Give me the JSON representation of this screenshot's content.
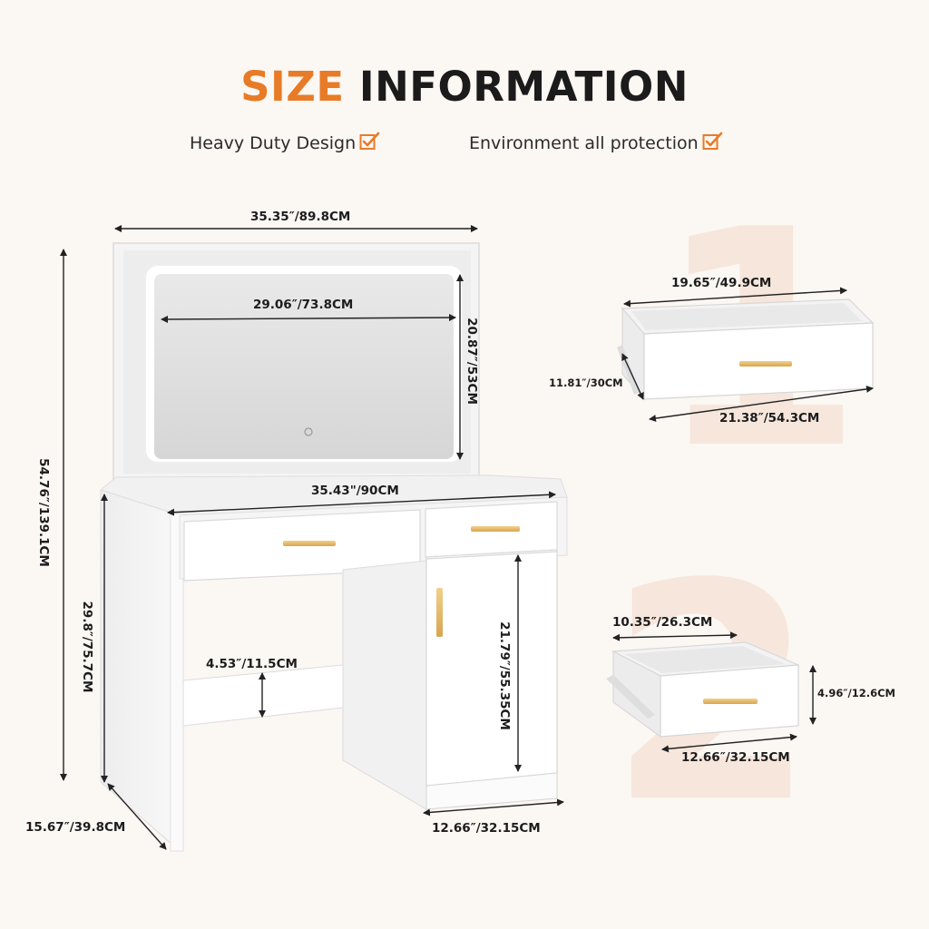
{
  "title": {
    "accent": "SIZE",
    "rest": " INFORMATION"
  },
  "features": [
    {
      "label": "Heavy Duty Design"
    },
    {
      "label": "Environment all protection"
    }
  ],
  "colors": {
    "accent": "#e87b27",
    "background": "#fbf7f3",
    "watermark": "#f6e6dc",
    "handle": "#e6b866"
  },
  "icons": {
    "feature_check": "checkbox-check-icon"
  },
  "watermarks": [
    "1",
    "2"
  ],
  "dimensions": {
    "mirror_frame_width": "35.35″/89.8CM",
    "mirror_width": "29.06″/73.8CM",
    "mirror_height": "20.87″/53CM",
    "total_height": "54.76″/139.1CM",
    "top_width": "35.43\"/90CM",
    "desk_height": "29.8″/75.7CM",
    "bar_height": "4.53″/11.5CM",
    "door_height": "21.79″/55.35CM",
    "depth": "15.67″/39.8CM",
    "cabinet_width": "12.66″/32.15CM",
    "drawer1_inner_width": "19.65″/49.9CM",
    "drawer1_depth": "11.81″/30CM",
    "drawer1_outer_width": "21.38″/54.3CM",
    "drawer2_inner_width": "10.35″/26.3CM",
    "drawer2_height": "4.96″/12.6CM",
    "drawer2_outer_width": "12.66″/32.15CM"
  }
}
